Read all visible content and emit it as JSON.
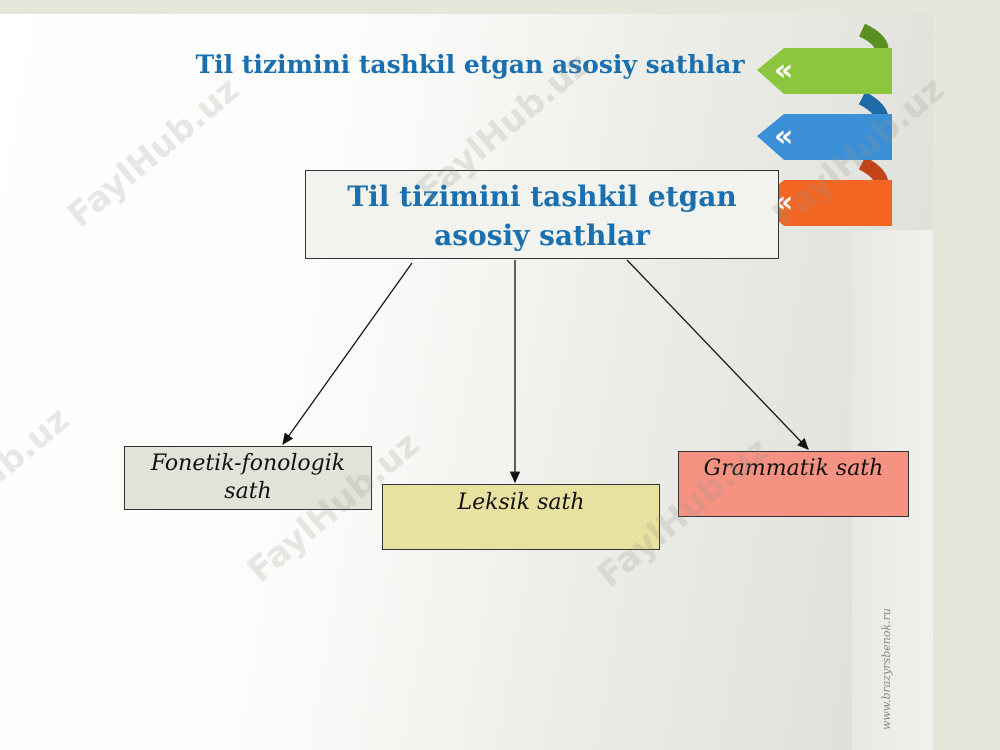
{
  "slide": {
    "title": "Til tizimini tashkil etgan asosiy sathlar"
  },
  "diagram": {
    "root": "Til tizimini tashkil etgan asosiy sathlar",
    "children": [
      "Fonetik-fonologik sath",
      "Leksik sath",
      "Grammatik sath"
    ]
  },
  "watermarks": [
    "FaylHub.uz",
    "FaylHub.uz",
    "FaylHub.uz",
    "FaylHub.uz",
    "FaylHub.uz",
    "FaylHub.uz"
  ],
  "side_credit": "www.brazyrsbenok.ru",
  "colors": {
    "title": "#1a6fb0",
    "root_fill": "#f2f3ee",
    "fonetik_fill": "#e1e3d9",
    "leksik_fill": "#e9e19f",
    "grammatik_fill": "#f59282",
    "ribbon_green": "#8cc63f",
    "ribbon_blue": "#3a8fd6",
    "ribbon_orange": "#f26522"
  }
}
